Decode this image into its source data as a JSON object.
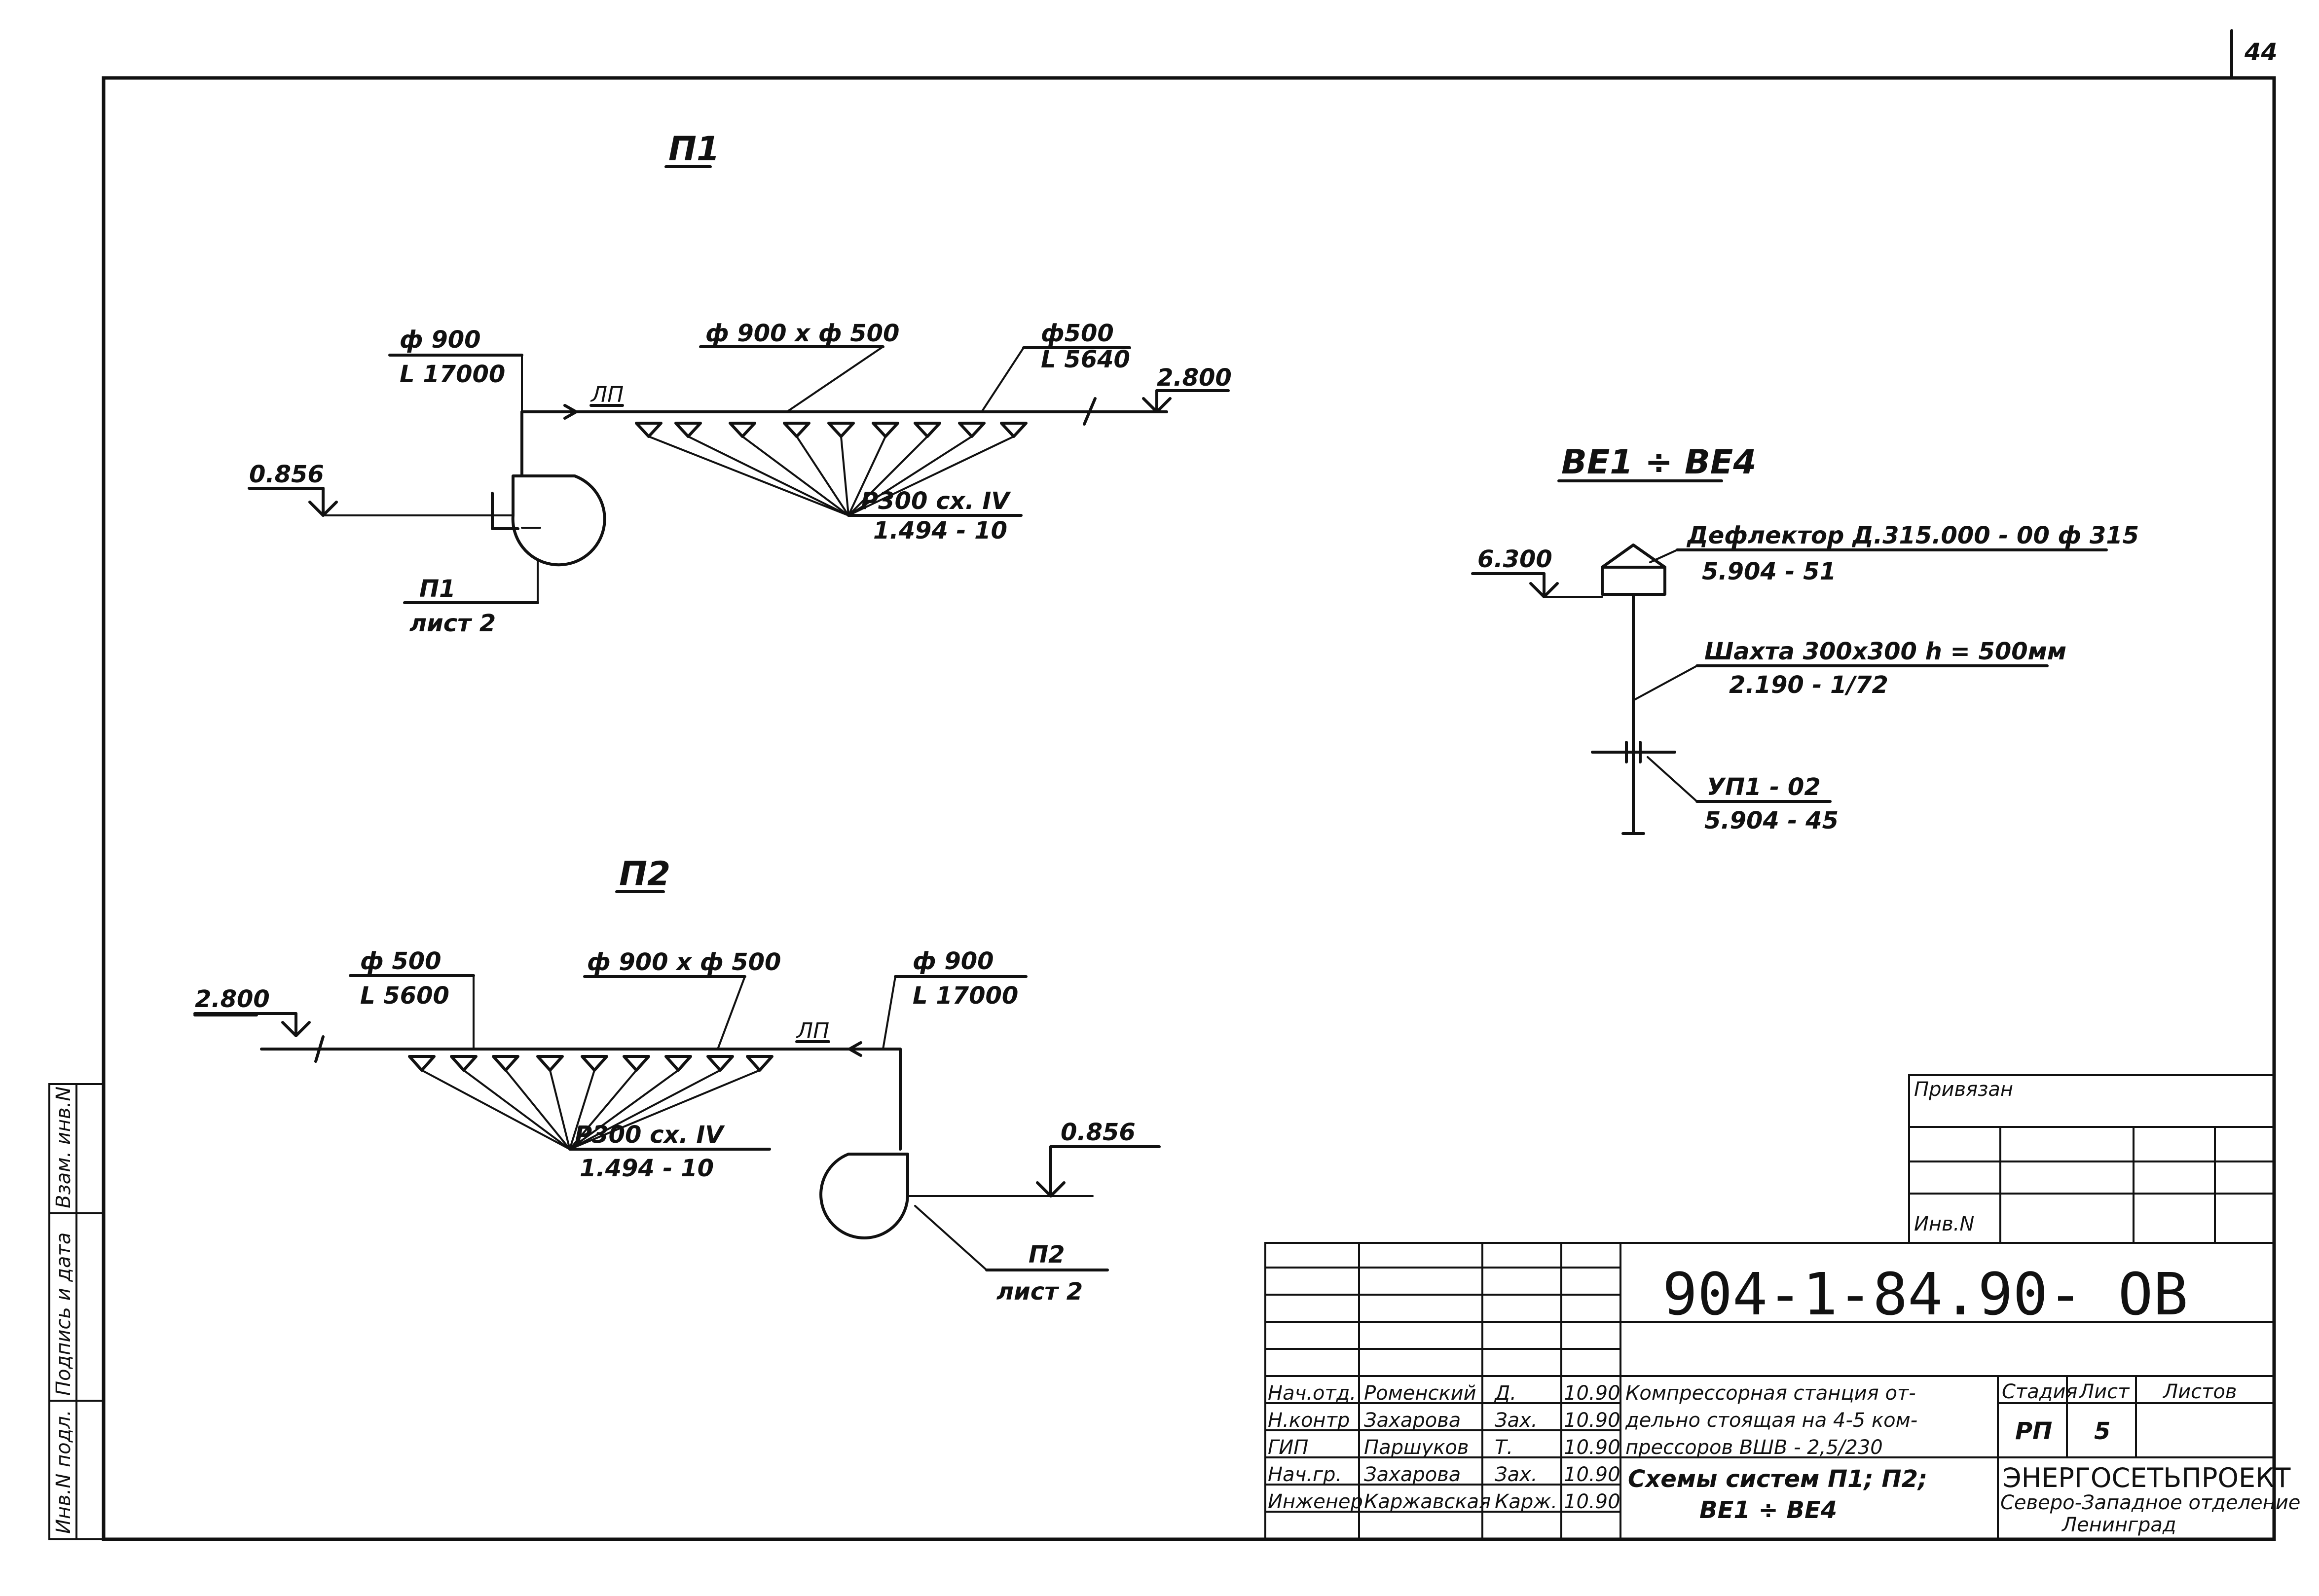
{
  "page_number": "44",
  "p1": {
    "title": "П1",
    "inlet_duct": {
      "d": "ф 900",
      "l": "L 17000"
    },
    "transition": "ф 900 х ф 500",
    "end_duct": {
      "d": "ф500",
      "l": "L 5640"
    },
    "level_right": "2.800",
    "level_left": "0.856",
    "duct_mark": "ЛП",
    "grille": {
      "name": "Р300 сх. IV",
      "series": "1.494 - 10"
    },
    "fan": {
      "name": "П1",
      "sheet": "лист 2"
    }
  },
  "p2": {
    "title": "П2",
    "left_duct": {
      "d": "ф 500",
      "l": "L 5600"
    },
    "transition": "ф 900 х ф 500",
    "right_duct": {
      "d": "ф 900",
      "l": "L 17000"
    },
    "level_left": "2.800",
    "level_right": "0.856",
    "duct_mark": "ЛП",
    "grille": {
      "name": "Р300 сх. IV",
      "series": "1.494 - 10"
    },
    "fan": {
      "name": "П2",
      "sheet": "лист 2"
    }
  },
  "be": {
    "title": "ВЕ1 ÷ ВЕ4",
    "level": "6.300",
    "deflector": {
      "name": "Дефлектор Д.315.000 - 00 ф 315",
      "series": "5.904 - 51"
    },
    "shaft": {
      "name": "Шахта 300х300 h = 500мм",
      "series": "2.190 - 1/72"
    },
    "valve": {
      "name": "УП1 - 02",
      "series": "5.904 - 45"
    }
  },
  "side_stamp": [
    "Инв.N подл.",
    "Подпись и дата",
    "Взам. инв.N"
  ],
  "privyazan": {
    "label": "Привязан",
    "inv": "Инв.N"
  },
  "title_block": {
    "code": "904-1-84.90- ОВ",
    "roles": [
      {
        "role": "Нач.отд.",
        "name": "Роменский",
        "sign": "Д.",
        "date": "10.90"
      },
      {
        "role": "Н.контр",
        "name": "Захарова",
        "sign": "Зах.",
        "date": "10.90"
      },
      {
        "role": "ГИП",
        "name": "Паршуков",
        "sign": "Т.",
        "date": "10.90"
      },
      {
        "role": "Нач.гр.",
        "name": "Захарова",
        "sign": "Зах.",
        "date": "10.90"
      },
      {
        "role": "Инженер",
        "name": "Каржавская",
        "sign": "Карж.",
        "date": "10.90"
      }
    ],
    "project_desc": [
      "Компрессорная станция от-",
      "дельно стоящая на 4-5 ком-",
      "прессоров   ВШВ - 2,5/230"
    ],
    "sheet_desc": [
      "Схемы систем  П1; П2;",
      "ВЕ1 ÷ ВЕ4"
    ],
    "stage_label": "Стадия",
    "sheet_label": "Лист",
    "sheets_label": "Листов",
    "stage": "РП",
    "sheet": "5",
    "org": "ЭНЕРГОСЕТЬПРОЕКТ",
    "org_branch": "Северо-Западное отделение",
    "org_city": "Ленинград"
  }
}
